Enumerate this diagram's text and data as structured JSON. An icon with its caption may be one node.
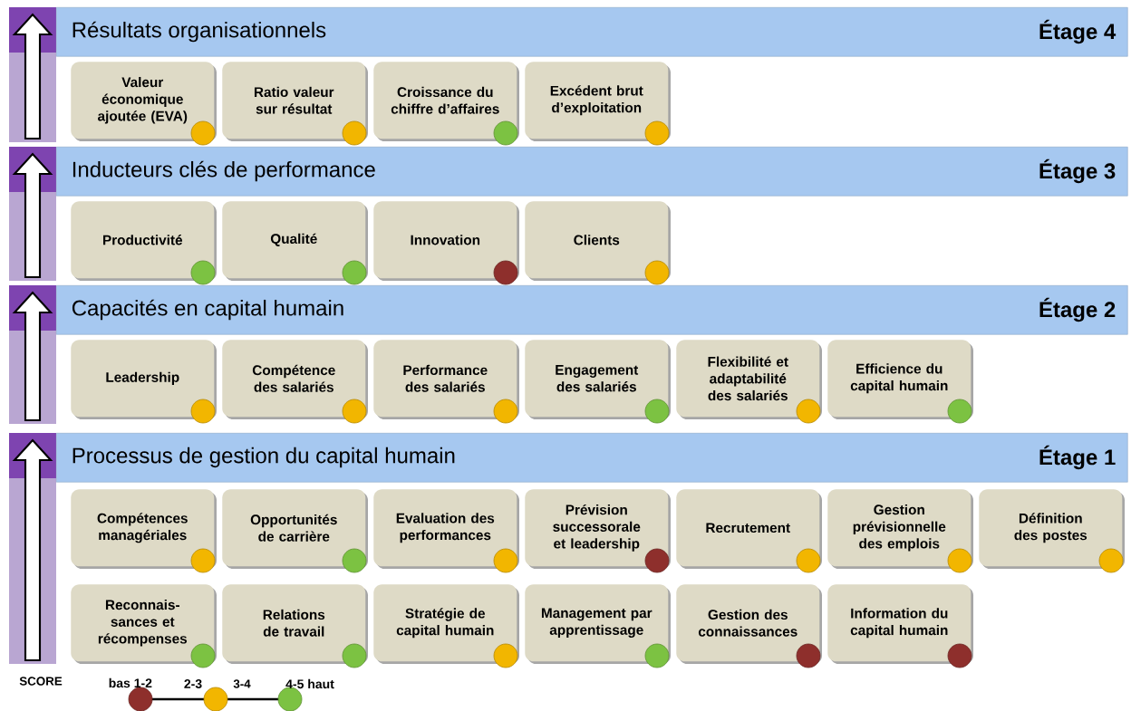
{
  "diagram": {
    "nodes": [
      {
        "text": [
          "Résultats organisationnels",
          "Étage 4"
        ]
      },
      {
        "text": [
          "Valeur économique ajoutée (EVA)"
        ]
      },
      {
        "text": [
          "Ratio valeur sur résultat"
        ]
      },
      {
        "text": [
          "Croissance du chiffre d’affaires"
        ]
      },
      {
        "text": [
          "Excédent brut d’exploitation"
        ]
      },
      {
        "text": [
          "Inducteurs clés de performance",
          "Étage 3"
        ]
      },
      {
        "text": [
          "Productivité"
        ]
      },
      {
        "text": [
          "Qualité"
        ]
      },
      {
        "text": [
          "Innovation"
        ]
      },
      {
        "text": [
          "Clients"
        ]
      },
      {
        "text": [
          "Capacités en capital humain",
          "Étage 2"
        ]
      },
      {
        "text": [
          "Leadership"
        ]
      },
      {
        "text": [
          "Compétence des salariés"
        ]
      },
      {
        "text": [
          "Performance des salariés"
        ]
      },
      {
        "text": [
          "Engagement des salariés"
        ]
      },
      {
        "text": [
          "Flexibilité et adaptabilité des salariés"
        ]
      },
      {
        "text": [
          "Efficience du capital humain"
        ]
      },
      {
        "text": [
          "Processus de gestion du capital humain",
          "Étage 1"
        ]
      },
      {
        "text": [
          "Compétences managériales"
        ]
      },
      {
        "text": [
          "Opportunités de carrière"
        ]
      },
      {
        "text": [
          "Evaluation des performances"
        ]
      },
      {
        "text": [
          "Prévision successorale et leadership"
        ]
      },
      {
        "text": [
          "Recrutement"
        ]
      },
      {
        "text": [
          "Gestion prévisionnelle des emplois"
        ]
      },
      {
        "text": [
          "Définition des postes"
        ]
      },
      {
        "text": [
          "Reconnais- sances et récompenses"
        ]
      },
      {
        "text": [
          "Relations de travail"
        ]
      },
      {
        "text": [
          "Stratégie de capital humain"
        ]
      },
      {
        "text": [
          "Management par apprentissage"
        ]
      },
      {
        "text": [
          "Gestion des connaissances"
        ]
      },
      {
        "text": [
          "Information du capital humain"
        ]
      }
    ],
    "labels": [
      "SCORE",
      "3-4"
    ],
    "legend": [
      {
        "text": "bas 1-2",
        "color": "#8e2f2c"
      },
      {
        "text": "2-3",
        "color": "#f2b600"
      },
      {
        "text": "4-5 haut",
        "color": "#7cc242"
      }
    ]
  }
}
